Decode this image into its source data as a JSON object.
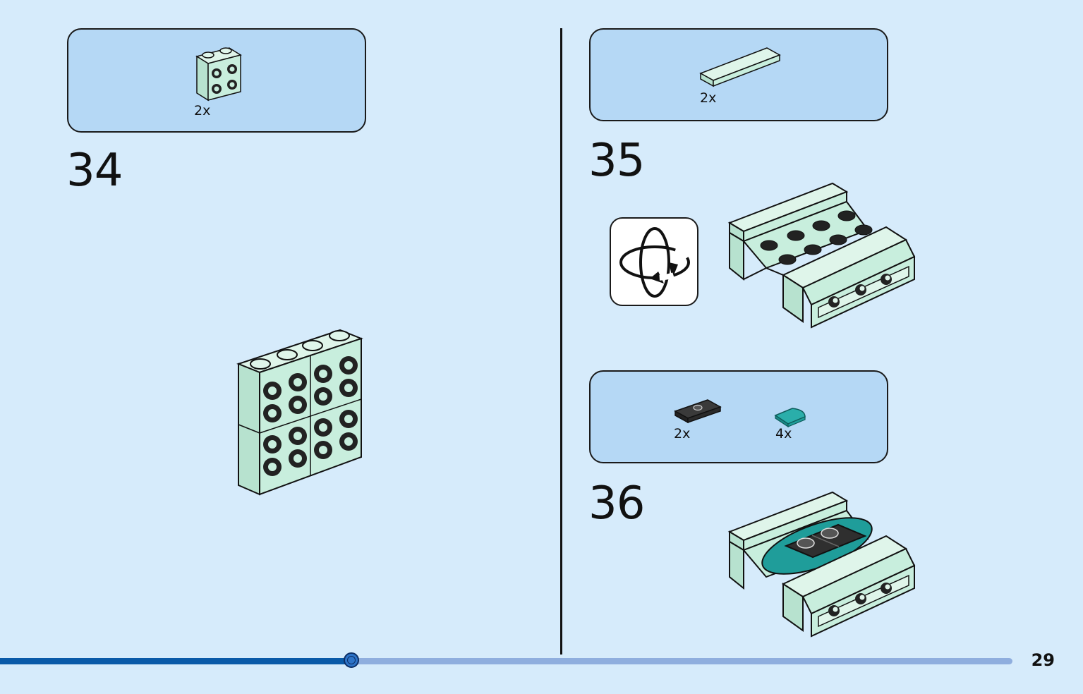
{
  "page_number": "29",
  "progress": 0.347,
  "steps": [
    {
      "number": "34",
      "parts": [
        {
          "qty": "2x",
          "part": "light-aqua-1x2x2-brick-with-side-studs"
        }
      ]
    },
    {
      "number": "35",
      "parts": [
        {
          "qty": "2x",
          "part": "light-aqua-1x4-tile"
        }
      ],
      "callout": "rotate-model-icon"
    },
    {
      "number": "36",
      "parts": [
        {
          "qty": "2x",
          "part": "black-1x2-jumper-plate"
        },
        {
          "qty": "4x",
          "part": "teal-1x1-quarter-round-tile"
        }
      ]
    }
  ],
  "colors": {
    "background": "#d6ebfb",
    "parts_box": "#b5d8f5",
    "brick_light_aqua": "#c8eedd",
    "teal": "#1f9d9a",
    "black": "#2a2a2a",
    "progress_fill": "#0a5aa8",
    "progress_track": "#8faede"
  }
}
